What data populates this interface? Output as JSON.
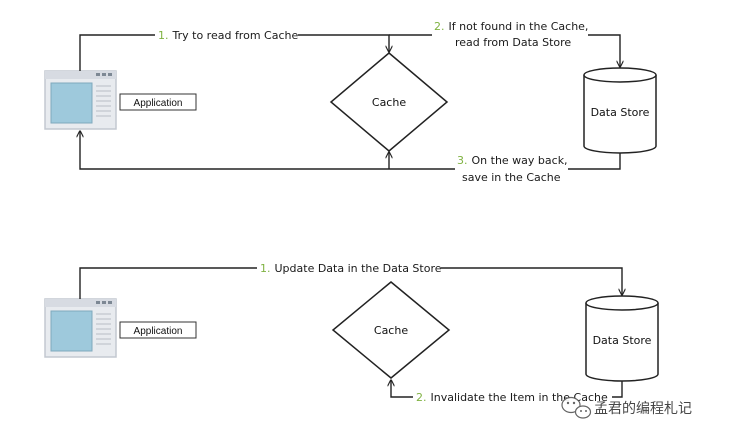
{
  "colors": {
    "step_number": "#7fb241",
    "line": "#222222",
    "window_frame": "#c9ced6",
    "window_pane": "#9ec9dc"
  },
  "top": {
    "app_label": "Application",
    "cache_label": "Cache",
    "store_label": "Data Store",
    "step1": {
      "num": "1.",
      "text": "Try to read from Cache"
    },
    "step2": {
      "num": "2.",
      "line1": "If not found in the Cache,",
      "line2": "read from Data Store"
    },
    "step3": {
      "num": "3.",
      "line1": "On the way back,",
      "line2": "save in the Cache"
    }
  },
  "bottom": {
    "app_label": "Application",
    "cache_label": "Cache",
    "store_label": "Data Store",
    "step1": {
      "num": "1.",
      "text": "Update Data in the Data Store"
    },
    "step2": {
      "num": "2.",
      "text": "Invalidate the Item in the Cache"
    }
  },
  "watermark": {
    "text": "孟君的编程札记",
    "icon": "wechat-icon"
  }
}
